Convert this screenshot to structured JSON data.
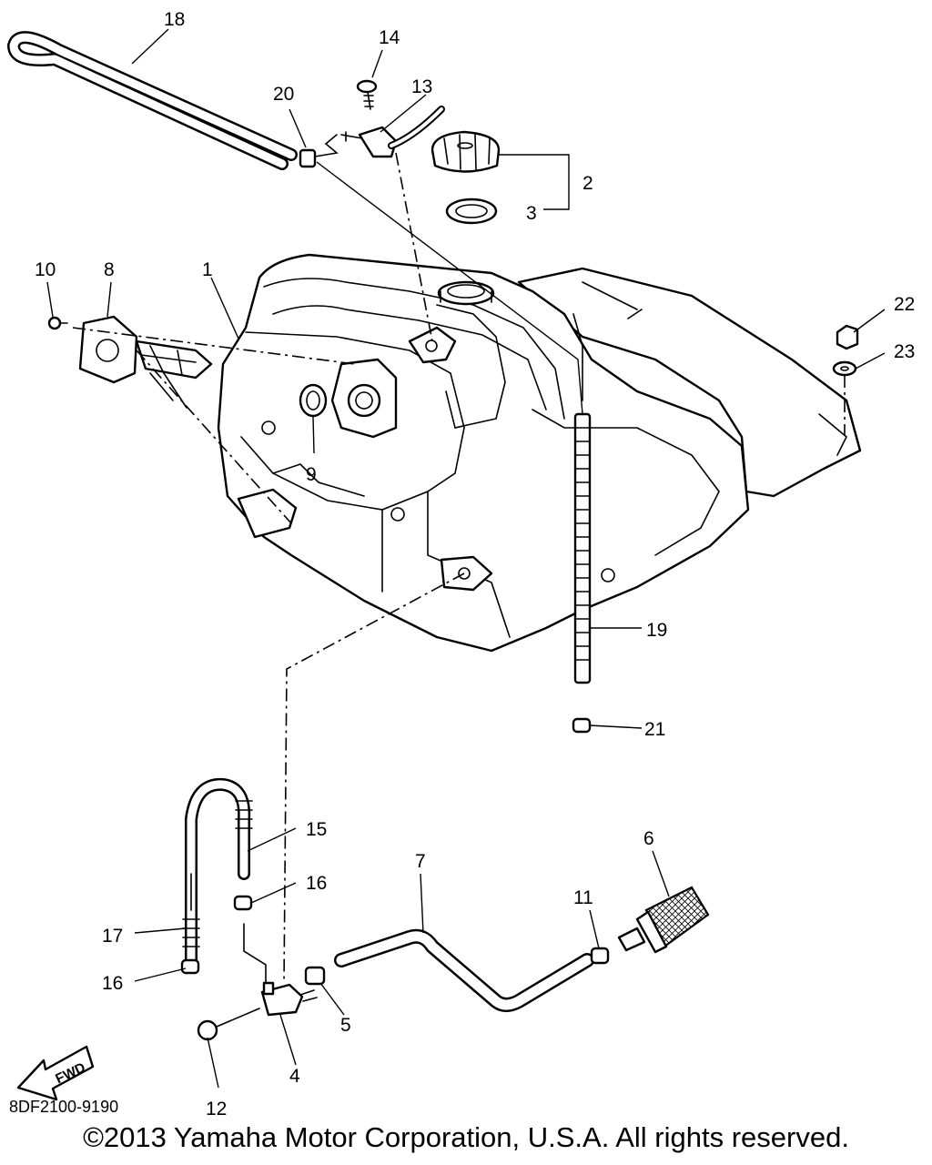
{
  "callouts": [
    {
      "id": "1",
      "text": "1"
    },
    {
      "id": "2",
      "text": "2"
    },
    {
      "id": "3",
      "text": "3"
    },
    {
      "id": "4",
      "text": "4"
    },
    {
      "id": "5",
      "text": "5"
    },
    {
      "id": "6",
      "text": "6"
    },
    {
      "id": "7",
      "text": "7"
    },
    {
      "id": "8",
      "text": "8"
    },
    {
      "id": "9",
      "text": "9"
    },
    {
      "id": "10",
      "text": "10"
    },
    {
      "id": "11",
      "text": "11"
    },
    {
      "id": "12",
      "text": "12"
    },
    {
      "id": "13",
      "text": "13"
    },
    {
      "id": "14",
      "text": "14"
    },
    {
      "id": "15",
      "text": "15"
    },
    {
      "id": "16a",
      "text": "16"
    },
    {
      "id": "16b",
      "text": "16"
    },
    {
      "id": "17",
      "text": "17"
    },
    {
      "id": "18",
      "text": "18"
    },
    {
      "id": "19",
      "text": "19"
    },
    {
      "id": "20",
      "text": "20"
    },
    {
      "id": "21",
      "text": "21"
    },
    {
      "id": "22",
      "text": "22"
    },
    {
      "id": "23",
      "text": "23"
    }
  ],
  "fwd_label": "FWD",
  "diagram_code": "8DF2100-9190",
  "copyright": "©2013 Yamaha Motor Corporation, U.S.A. All rights reserved."
}
